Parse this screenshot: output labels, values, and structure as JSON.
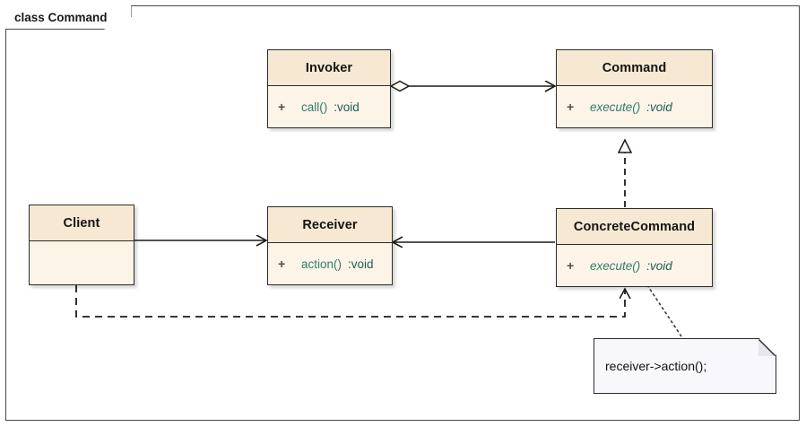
{
  "frame": {
    "label": "class Command"
  },
  "classes": [
    {
      "id": "invoker",
      "name": "Invoker",
      "abstract": false,
      "members": [
        {
          "visibility": "+",
          "name": "call()",
          "type": ":void",
          "italic": false
        }
      ]
    },
    {
      "id": "command",
      "name": "Command",
      "abstract": true,
      "members": [
        {
          "visibility": "+",
          "name": "execute()",
          "type": ":void",
          "italic": true
        }
      ]
    },
    {
      "id": "client",
      "name": "Client",
      "abstract": false,
      "members": []
    },
    {
      "id": "receiver",
      "name": "Receiver",
      "abstract": false,
      "members": [
        {
          "visibility": "+",
          "name": "action()",
          "type": ":void",
          "italic": false
        }
      ]
    },
    {
      "id": "concrete_command",
      "name": "ConcreteCommand",
      "abstract": false,
      "members": [
        {
          "visibility": "+",
          "name": "execute()",
          "type": ":void",
          "italic": true
        }
      ]
    }
  ],
  "notes": [
    {
      "id": "note_receiver_action",
      "text": "receiver->action();",
      "anchored_to": "concrete_command"
    }
  ],
  "relationships": [
    {
      "id": "invoker-command",
      "from": "invoker",
      "to": "command",
      "kind": "aggregation",
      "line": "solid",
      "source_marker": "hollow-diamond",
      "target_marker": "open-arrow"
    },
    {
      "id": "concrete-command",
      "from": "concrete_command",
      "to": "command",
      "kind": "realization",
      "line": "dashed",
      "source_marker": "none",
      "target_marker": "hollow-triangle"
    },
    {
      "id": "client-receiver",
      "from": "client",
      "to": "receiver",
      "kind": "association",
      "line": "solid",
      "source_marker": "none",
      "target_marker": "open-arrow"
    },
    {
      "id": "concrete-receiver",
      "from": "concrete_command",
      "to": "receiver",
      "kind": "association",
      "line": "solid",
      "source_marker": "none",
      "target_marker": "open-arrow"
    },
    {
      "id": "client-concrete",
      "from": "client",
      "to": "concrete_command",
      "kind": "dependency",
      "line": "dashed",
      "source_marker": "none",
      "target_marker": "open-arrow"
    },
    {
      "id": "note-anchor",
      "from": "note_receiver_action",
      "to": "concrete_command",
      "kind": "note-link",
      "line": "dotted",
      "source_marker": "none",
      "target_marker": "none"
    }
  ],
  "colors": {
    "class_header_fill": "#f6e8d2",
    "class_body_fill": "#fcf4e7",
    "class_border": "#2b2b2b",
    "note_fill": "#f8f7fb",
    "member_name": "#2f7d6e",
    "member_type": "#1d5f55",
    "visibility": "#4e5240",
    "frame_border": "#4a4a4a",
    "connector": "#1c1c1c",
    "canvas": "#ffffff"
  }
}
